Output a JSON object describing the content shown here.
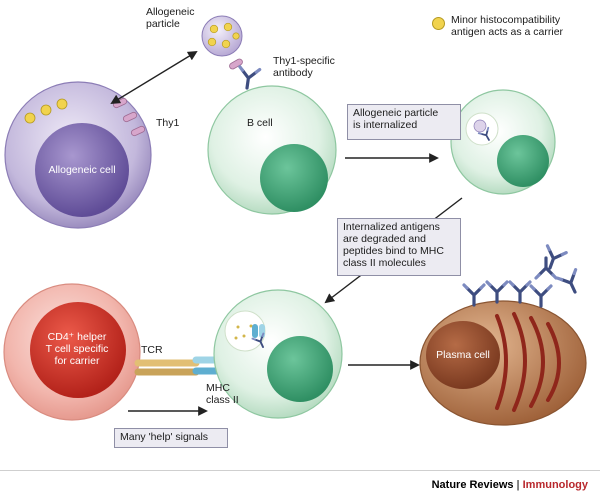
{
  "colors": {
    "purple_cell": "#a99cc6",
    "purple_nucleus": "#6f5ca3",
    "green_cell": "#cfe9d6",
    "green_nucleus": "#3fa477",
    "red_cell": "#cf2b22",
    "plasma_cell": "#b87a4e",
    "antigen_dot": "#f1d34e",
    "antibody": "#4a5a8e",
    "receptor_pink": "#c68fb6",
    "info_box": "#ecebf2"
  },
  "legend": {
    "text": "Minor histocompatibility\nantigen acts as a carrier",
    "icon": "yellow-dot"
  },
  "labels": {
    "allogeneic_particle": "Allogeneic\nparticle",
    "thy1_specific_antibody": "Thy1-specific\nantibody",
    "thy1": "Thy1",
    "allogeneic_cell": "Allogeneic cell",
    "b_cell": "B cell",
    "cd4_cell": "CD4⁺ helper\nT cell specific\nfor carrier",
    "tcr": "TCR",
    "mhc": "MHC\nclass II",
    "plasma_cell": "Plasma cell"
  },
  "boxes": {
    "internalized": "Allogeneic particle\nis internalized",
    "degraded": "Internalized antigens\nare degraded and\npeptides bind to MHC\nclass II molecules",
    "help": "Many 'help' signals"
  },
  "footer": {
    "brand1": "Nature Reviews",
    "separator": "|",
    "brand2": "Immunology"
  }
}
